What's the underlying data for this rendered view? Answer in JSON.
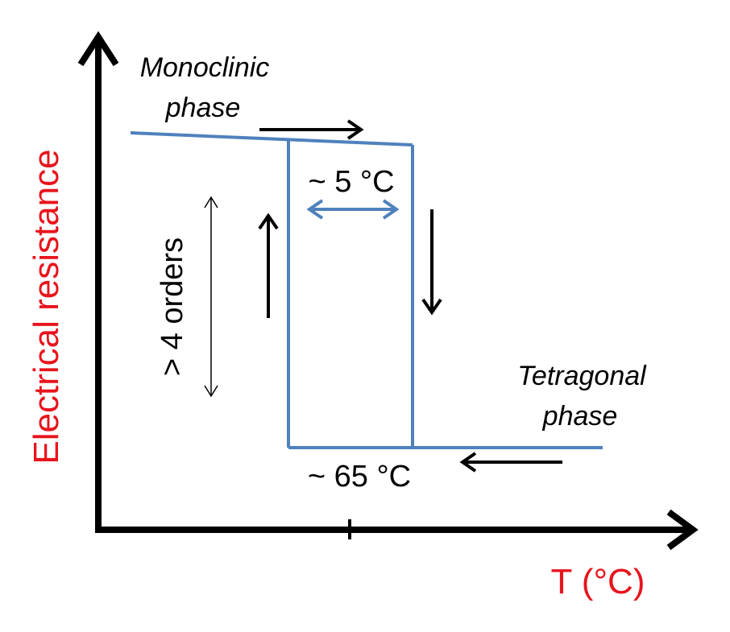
{
  "axes": {
    "y_label": "Electrical resistance",
    "x_label": "T (°C)"
  },
  "phases": {
    "low_temp_line1": "Monoclinic",
    "low_temp_line2": "phase",
    "high_temp_line1": "Tetragonal",
    "high_temp_line2": "phase"
  },
  "annotations": {
    "hysteresis_width": "~ 5 °C",
    "resistance_change": "> 4 orders",
    "transition_temp": "~ 65 °C"
  },
  "colors": {
    "axis_label": "#e8141c",
    "curve": "#4f81bd",
    "axis": "#000000",
    "arrow": "#000000"
  }
}
